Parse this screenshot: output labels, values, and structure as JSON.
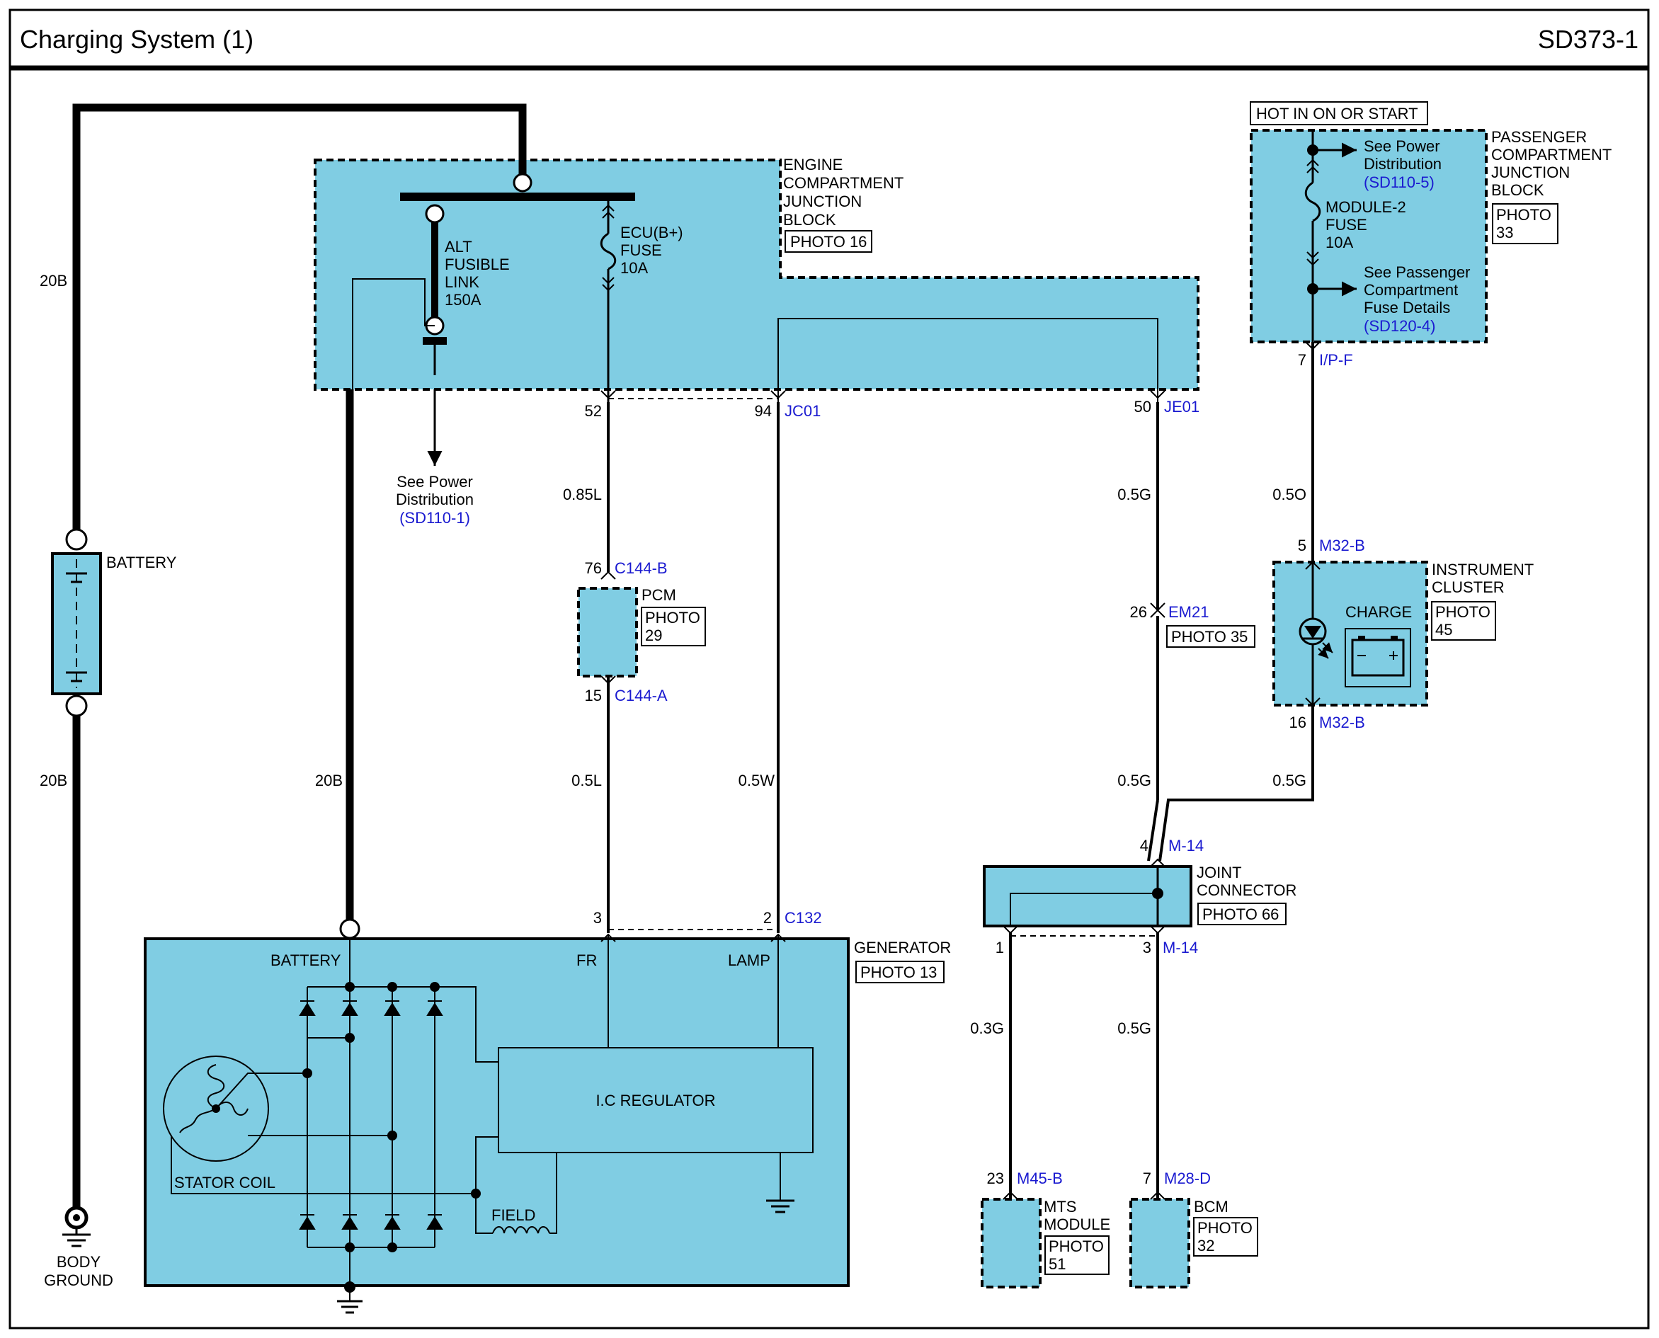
{
  "header": {
    "title": "Charging System (1)",
    "code": "SD373-1"
  },
  "colors": {
    "module_fill": "#80cde3",
    "wire": "#000000",
    "ref_text": "#1a1ad0"
  },
  "battery": {
    "label": "BATTERY",
    "wire_top": "20B",
    "wire_bottom": "20B",
    "ground": [
      "BODY",
      "GROUND"
    ]
  },
  "engine_jb": {
    "name_lines": [
      "ENGINE",
      "COMPARTMENT",
      "JUNCTION",
      "BLOCK"
    ],
    "photo": "PHOTO 16",
    "alt_link": [
      "ALT",
      "FUSIBLE",
      "LINK",
      "150A"
    ],
    "ecu_fuse": [
      "ECU(B+)",
      "FUSE",
      "10A"
    ],
    "see_power": [
      "See Power",
      "Distribution"
    ],
    "see_power_ref": "(SD110-1)"
  },
  "pins": {
    "p52": "52",
    "p94": "94",
    "jc01": "JC01",
    "p50": "50",
    "je01": "JE01",
    "p76": "76",
    "c144b": "C144-B",
    "p15": "15",
    "c144a": "C144-A",
    "p26": "26",
    "em21": "EM21",
    "p3": "3",
    "p2": "2",
    "c132": "C132",
    "p7": "7",
    "ipf": "I/P-F",
    "p5": "5",
    "m32b_top": "M32-B",
    "p16": "16",
    "m32b_bot": "M32-B",
    "p4": "4",
    "m14_top": "M-14",
    "p1": "1",
    "p3m": "3",
    "m14_bot": "M-14",
    "p23": "23",
    "m45b": "M45-B",
    "p7b": "7",
    "m28d": "M28-D"
  },
  "wires": {
    "w085L": "0.85L",
    "w05L": "0.5L",
    "w05W": "0.5W",
    "w05G_a": "0.5G",
    "w05G_b": "0.5G",
    "w05G_c": "0.5G",
    "w05O": "0.5O",
    "w20B": "20B",
    "w03G": "0.3G",
    "w05G_d": "0.5G"
  },
  "pcm": {
    "label": "PCM",
    "photo": [
      "PHOTO",
      "29"
    ]
  },
  "em21_photo": "PHOTO 35",
  "passenger_jb": {
    "hot": "HOT IN ON OR START",
    "name_lines": [
      "PASSENGER",
      "COMPARTMENT",
      "JUNCTION",
      "BLOCK"
    ],
    "photo": [
      "PHOTO",
      "33"
    ],
    "see_power": [
      "See Power",
      "Distribution"
    ],
    "see_power_ref": "(SD110-5)",
    "fuse": [
      "MODULE-2",
      "FUSE",
      "10A"
    ],
    "see_fuse": [
      "See Passenger",
      "Compartment",
      "Fuse Details"
    ],
    "see_fuse_ref": "(SD120-4)"
  },
  "cluster": {
    "name_lines": [
      "INSTRUMENT",
      "CLUSTER"
    ],
    "charge": "CHARGE",
    "photo": [
      "PHOTO",
      "45"
    ]
  },
  "joint": {
    "name_lines": [
      "JOINT",
      "CONNECTOR"
    ],
    "photo": "PHOTO 66"
  },
  "generator": {
    "label": "GENERATOR",
    "photo": "PHOTO 13",
    "battery": "BATTERY",
    "fr": "FR",
    "lamp": "LAMP",
    "regulator": "I.C REGULATOR",
    "stator": "STATOR COIL",
    "field": "FIELD"
  },
  "mts": {
    "name_lines": [
      "MTS",
      "MODULE"
    ],
    "photo": [
      "PHOTO",
      "51"
    ]
  },
  "bcm": {
    "label": "BCM",
    "photo": [
      "PHOTO",
      "32"
    ]
  }
}
